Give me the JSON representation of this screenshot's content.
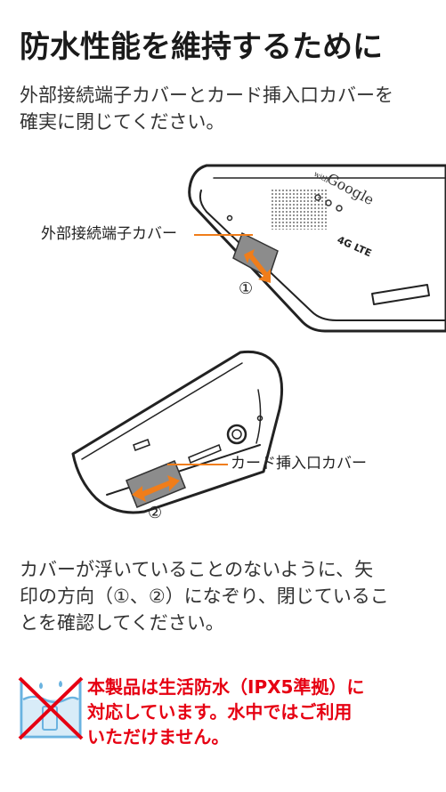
{
  "title": "防水性能を維持するために",
  "intro": {
    "line1": "外部接続端子カバーとカード挿入口カバーを",
    "line2": "確実に閉じてください。"
  },
  "illustration": {
    "label_external": "外部接続端子カバー",
    "label_card": "カード挿入口カバー",
    "step1": "①",
    "step2": "②",
    "brand_with": "with",
    "brand_google": "Google",
    "badge": "4G LTE"
  },
  "description": {
    "line1": "カバーが浮いていることのないように、矢",
    "line2": "印の方向（①、②）になぞり、閉じているこ",
    "line3": "とを確認してください。"
  },
  "warning": {
    "line1": "本製品は生活防水（IPX5準拠）に",
    "line2": "対応しています。水中ではご利用",
    "line3": "いただけません。"
  },
  "colors": {
    "accent_orange": "#f07d1a",
    "warning_red": "#e60012",
    "icon_blue": "#6ab3e0",
    "cover_gray": "#8c8c8c"
  }
}
